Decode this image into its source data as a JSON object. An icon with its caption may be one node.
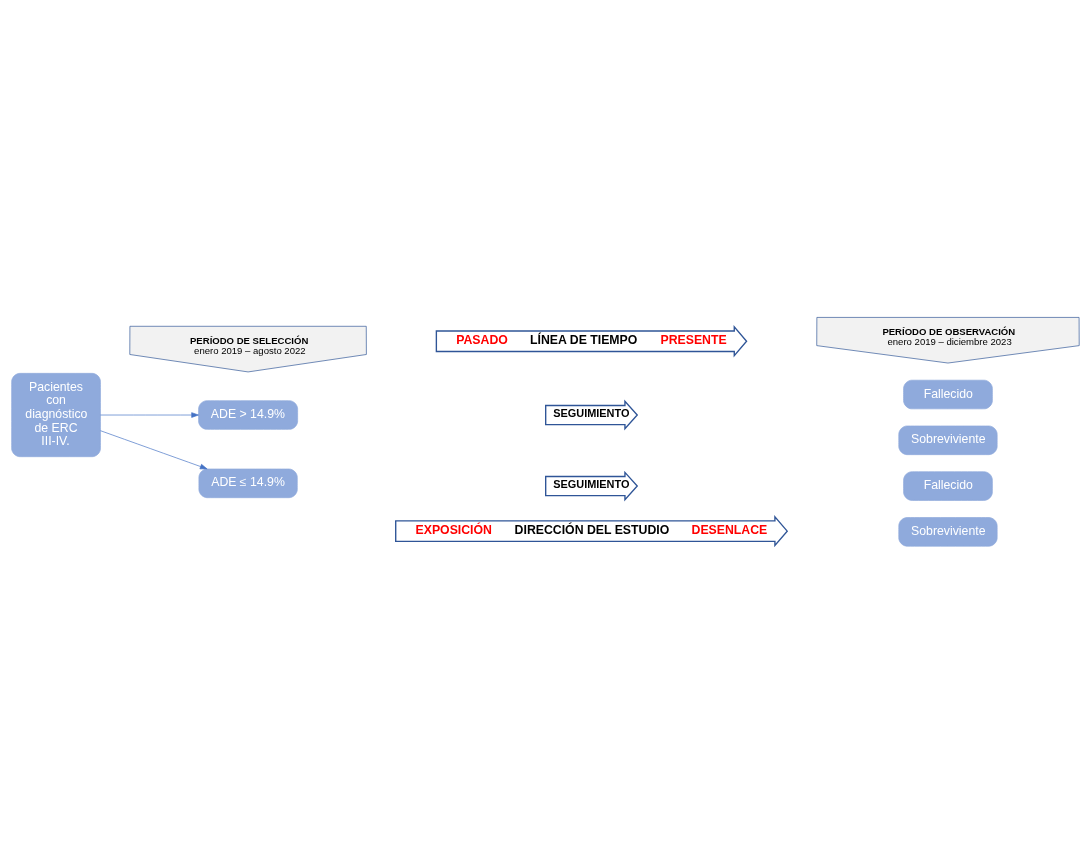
{
  "diagram": {
    "nodes": [
      {
        "text": [
          "PASADO",
          "LÍNEA DE TIEMPO",
          "PRESENTE"
        ]
      },
      {
        "text": [
          "PERÍODO DE SELECCIÓN",
          "enero 2019 – agosto 2022"
        ]
      },
      {
        "text": [
          "PERÍODO DE OBSERVACIÓN",
          "enero 2019 – diciembre 2023"
        ]
      },
      {
        "text": [
          "Pacientes con diagnóstico de ERC III-IV."
        ]
      },
      {
        "text": [
          "ADE > 14.9%"
        ]
      },
      {
        "text": [
          "SEGUIMIENTO"
        ]
      },
      {
        "text": [
          "Fallecido"
        ]
      },
      {
        "text": [
          "Sobreviviente"
        ]
      },
      {
        "text": [
          "ADE ≤ 14.9%"
        ]
      },
      {
        "text": [
          "SEGUIMIENTO"
        ]
      },
      {
        "text": [
          "Fallecido"
        ]
      },
      {
        "text": [
          "Sobreviviente"
        ]
      },
      {
        "text": [
          "EXPOSICIÓN",
          "DIRECCIÓN DEL ESTUDIO",
          "DESENLACE"
        ]
      }
    ],
    "edges": [
      {
        "from": 3,
        "to": 4,
        "arrow": "to"
      },
      {
        "from": 3,
        "to": 8,
        "arrow": "to"
      }
    ]
  }
}
